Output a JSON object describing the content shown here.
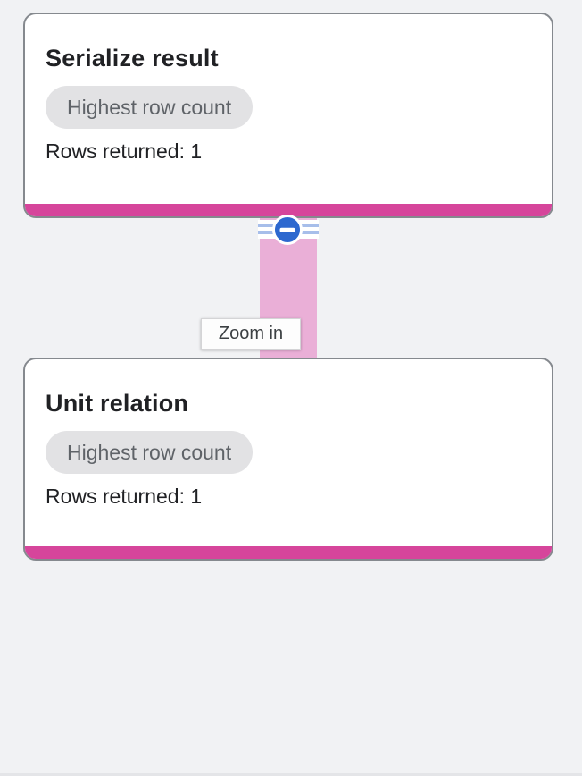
{
  "graph": {
    "nodes": [
      {
        "title": "Serialize result",
        "badge": "Highest row count",
        "rows_label": "Rows returned: 1"
      },
      {
        "title": "Unit relation",
        "badge": "Highest row count",
        "rows_label": "Rows returned: 1"
      }
    ],
    "edge": {
      "collapse_icon": "minus-icon",
      "tooltip": "Zoom in"
    }
  },
  "colors": {
    "accent_pink": "#D6459B",
    "connector_pink": "#EAAFD7",
    "collapse_blue": "#2D68CF",
    "stripe_blue": "#A7BEEA",
    "badge_bg": "#E2E2E4",
    "badge_text": "#5F6368",
    "card_border": "#85898E",
    "page_bg": "#F1F2F4"
  }
}
